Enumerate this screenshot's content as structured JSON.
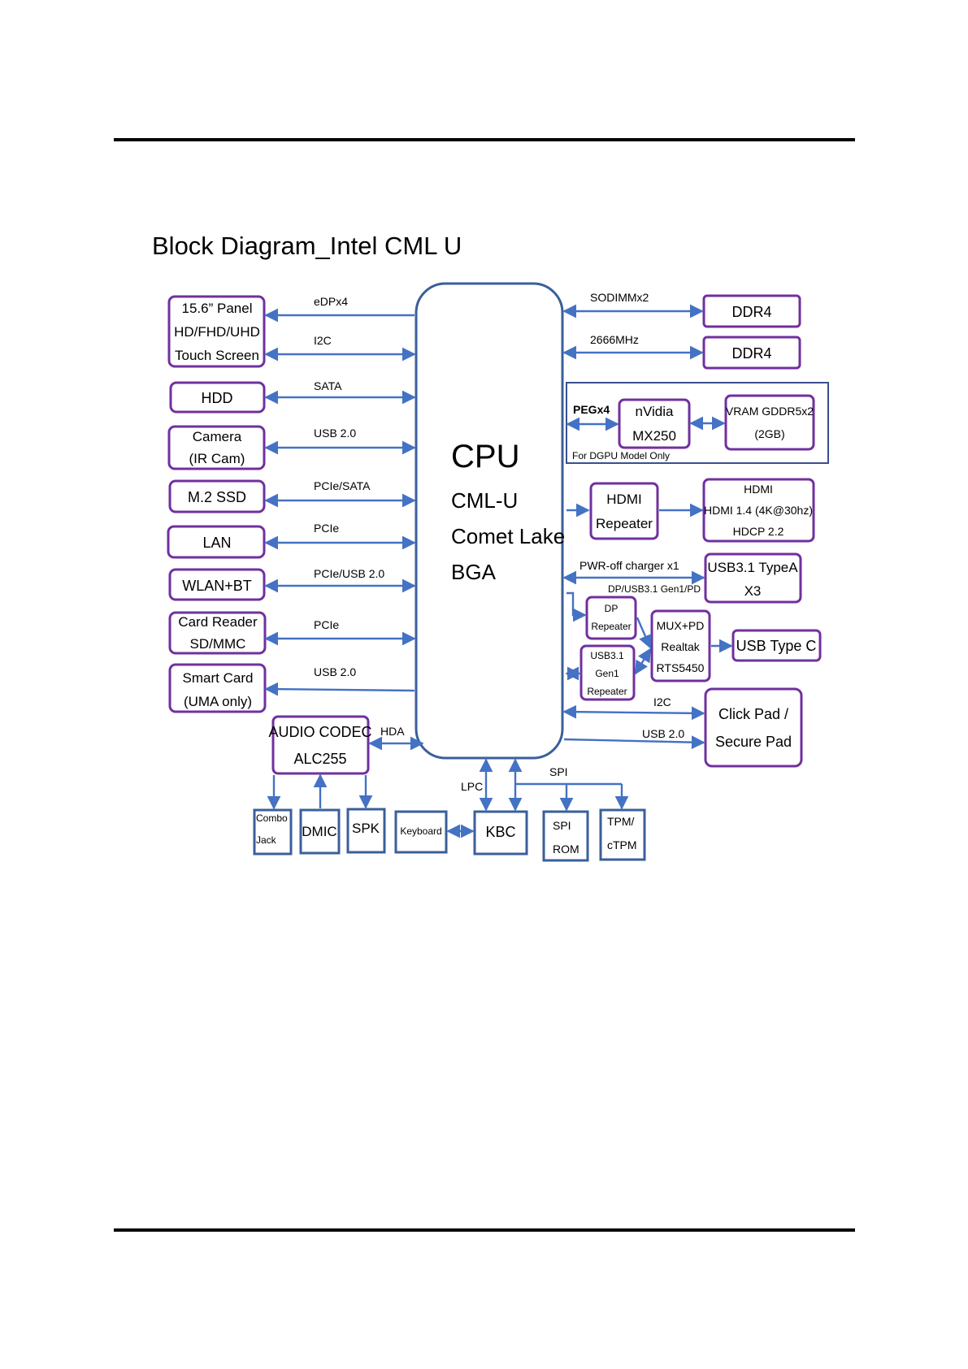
{
  "title": "Block Diagram_Intel CML U",
  "colors": {
    "box_border": "#70309f",
    "box_border_alt": "#3a5f9a",
    "wire": "#4472c4",
    "rule": "#000000"
  },
  "cpu": {
    "label": "CPU",
    "lines": [
      "CML-U",
      "Comet Lake",
      "BGA"
    ]
  },
  "left_blocks": {
    "panel": [
      "15.6” Panel",
      "HD/FHD/UHD",
      "Touch Screen"
    ],
    "hdd": "HDD",
    "camera": [
      "Camera",
      "(IR Cam)"
    ],
    "m2ssd": "M.2 SSD",
    "lan": "LAN",
    "wlan": "WLAN+BT",
    "cardreader": [
      "Card Reader",
      "SD/MMC"
    ],
    "smartcard": [
      "Smart Card",
      "(UMA only)"
    ]
  },
  "left_links": {
    "edp": "eDPx4",
    "i2c_panel": "I2C",
    "sata": "SATA",
    "usb_cam": "USB 2.0",
    "pcie_sata": "PCIe/SATA",
    "pcie_lan": "PCIe",
    "pcie_usb": "PCIe/USB 2.0",
    "pcie_card": "PCIe",
    "usb_smart": "USB 2.0"
  },
  "right_blocks": {
    "ddr4_1": "DDR4",
    "ddr4_2": "DDR4",
    "nvidia": [
      "nVidia",
      "MX250"
    ],
    "vram": [
      "VRAM GDDR5x2",
      "(2GB)"
    ],
    "hdmi_repeater": [
      "HDMI",
      "Repeater"
    ],
    "hdmi_out": [
      "HDMI",
      "HDMI 1.4 (4K@30hz)",
      "HDCP 2.2"
    ],
    "usb31a": [
      "USB3.1 TypeA",
      "X3"
    ],
    "dp_repeater": [
      "DP",
      "Repeater"
    ],
    "usb31_repeater": [
      "USB3.1",
      "Gen1",
      "Repeater"
    ],
    "mux": [
      "MUX+PD",
      "Realtak",
      "RTS5450"
    ],
    "usbc": "USB Type C",
    "clickpad": [
      "Click Pad /",
      "Secure Pad"
    ]
  },
  "right_links": {
    "sodimm": "SODIMMx2",
    "freq": "2666MHz",
    "peg": "PEGx4",
    "dgpu_note": "For DGPU Model Only",
    "pwr_off": "PWR-off charger x1",
    "dp_usb": "DP/USB3.1 Gen1/PD",
    "i2c_pad": "I2C",
    "usb_pad": "USB 2.0"
  },
  "bottom_blocks": {
    "audio": [
      "AUDIO CODEC",
      "ALC255"
    ],
    "combo": [
      "Combo",
      "Jack"
    ],
    "dmic": "DMIC",
    "spk": "SPK",
    "keyboard": "Keyboard",
    "kbc": "KBC",
    "spirom": [
      "SPI",
      "ROM"
    ],
    "tpm": [
      "TPM/",
      "cTPM"
    ]
  },
  "bottom_links": {
    "hda": "HDA",
    "lpc": "LPC",
    "spi": "SPI"
  }
}
